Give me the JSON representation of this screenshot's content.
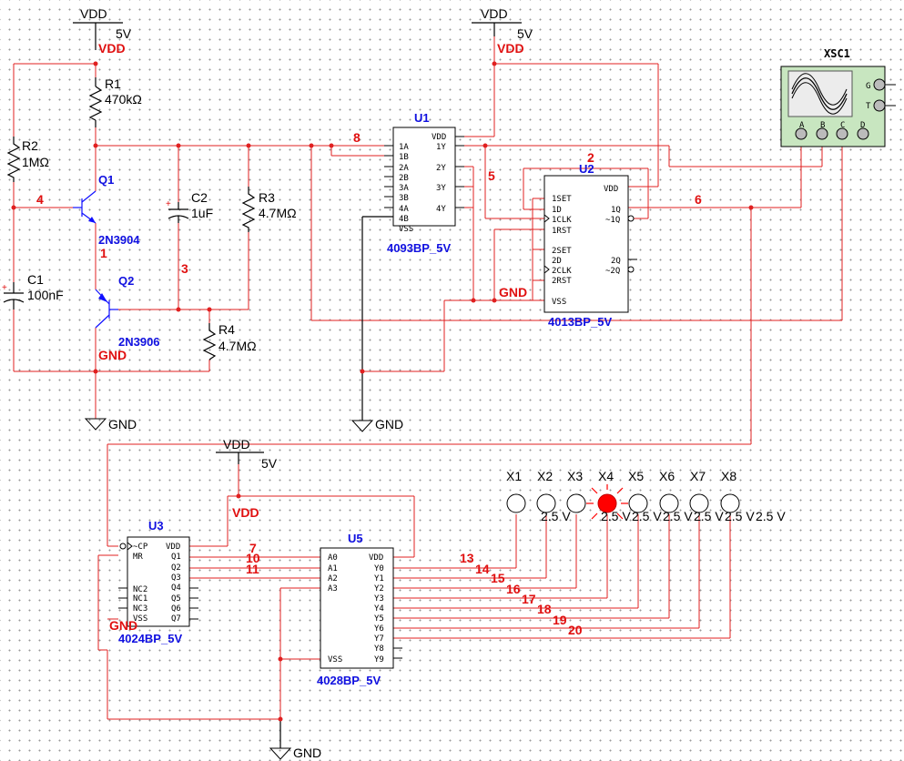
{
  "supplies": {
    "vdd1": {
      "name": "VDD",
      "value": "5V",
      "net": "VDD"
    },
    "vdd2": {
      "name": "VDD",
      "value": "5V",
      "net": "VDD"
    },
    "vdd3": {
      "name": "VDD",
      "value": "5V",
      "net": "VDD"
    },
    "gnd_label": "GND"
  },
  "components": {
    "r1": {
      "ref": "R1",
      "value": "470kΩ"
    },
    "r2": {
      "ref": "R2",
      "value": "1MΩ"
    },
    "r3": {
      "ref": "R3",
      "value": "4.7MΩ"
    },
    "r4": {
      "ref": "R4",
      "value": "4.7MΩ"
    },
    "c1": {
      "ref": "C1",
      "value": "100nF"
    },
    "c2": {
      "ref": "C2",
      "value": "1uF"
    },
    "q1": {
      "ref": "Q1",
      "part": "2N3904"
    },
    "q2": {
      "ref": "Q2",
      "part": "2N3906"
    },
    "gnd_net": "GND"
  },
  "nets": {
    "n1": "1",
    "n2": "2",
    "n3": "3",
    "n4": "4",
    "n5": "5",
    "n6": "6",
    "n7": "7",
    "n8": "8",
    "n10": "10",
    "n11": "11",
    "n13": "13",
    "n14": "14",
    "n15": "15",
    "n16": "16",
    "n17": "17",
    "n18": "18",
    "n19": "19",
    "n20": "20"
  },
  "ics": {
    "u1": {
      "ref": "U1",
      "part": "4093BP_5V",
      "left_pins": [
        "1A",
        "1B",
        "2A",
        "2B",
        "3A",
        "3B",
        "4A",
        "4B",
        "VSS"
      ],
      "right_pins": [
        "VDD",
        "1Y",
        "2Y",
        "3Y",
        "4Y"
      ]
    },
    "u2": {
      "ref": "U2",
      "part": "4013BP_5V",
      "left_pins": [
        "1SET",
        "1D",
        "1CLK",
        "1RST",
        "2SET",
        "2D",
        "2CLK",
        "2RST",
        "VSS"
      ],
      "right_pins": [
        "VDD",
        "1Q",
        "~1Q",
        "2Q",
        "~2Q"
      ],
      "gnd_net": "GND"
    },
    "u3": {
      "ref": "U3",
      "part": "4024BP_5V",
      "left_pins": [
        "~CP",
        "MR",
        "NC2",
        "NC1",
        "NC3",
        "VSS"
      ],
      "right_pins": [
        "VDD",
        "Q1",
        "Q2",
        "Q3",
        "Q4",
        "Q5",
        "Q6",
        "Q7"
      ],
      "vdd_net": "VDD",
      "gnd_net": "GND"
    },
    "u5": {
      "ref": "U5",
      "part": "4028BP_5V",
      "left_pins": [
        "A0",
        "A1",
        "A2",
        "A3",
        "VSS"
      ],
      "right_pins": [
        "VDD",
        "Y0",
        "Y1",
        "Y2",
        "Y3",
        "Y4",
        "Y5",
        "Y6",
        "Y7",
        "Y8",
        "Y9"
      ]
    }
  },
  "scope": {
    "ref": "XSC1",
    "channels": [
      "A",
      "B",
      "C",
      "D"
    ],
    "side_terms": [
      "G",
      "T"
    ]
  },
  "lamps": {
    "labels": [
      "X1",
      "X2",
      "X3",
      "X4",
      "X5",
      "X6",
      "X7",
      "X8"
    ],
    "ratings": [
      "2.5 V",
      "2.5 V",
      "2.5 V",
      "2.5 V",
      "2.5 V",
      "2.5 V",
      "2.5 V"
    ],
    "lit_index": 3,
    "lit_color": "#ff0000"
  },
  "colors": {
    "wire": "#e02020",
    "component": "#1010e0",
    "netlabel": "#e01010"
  }
}
